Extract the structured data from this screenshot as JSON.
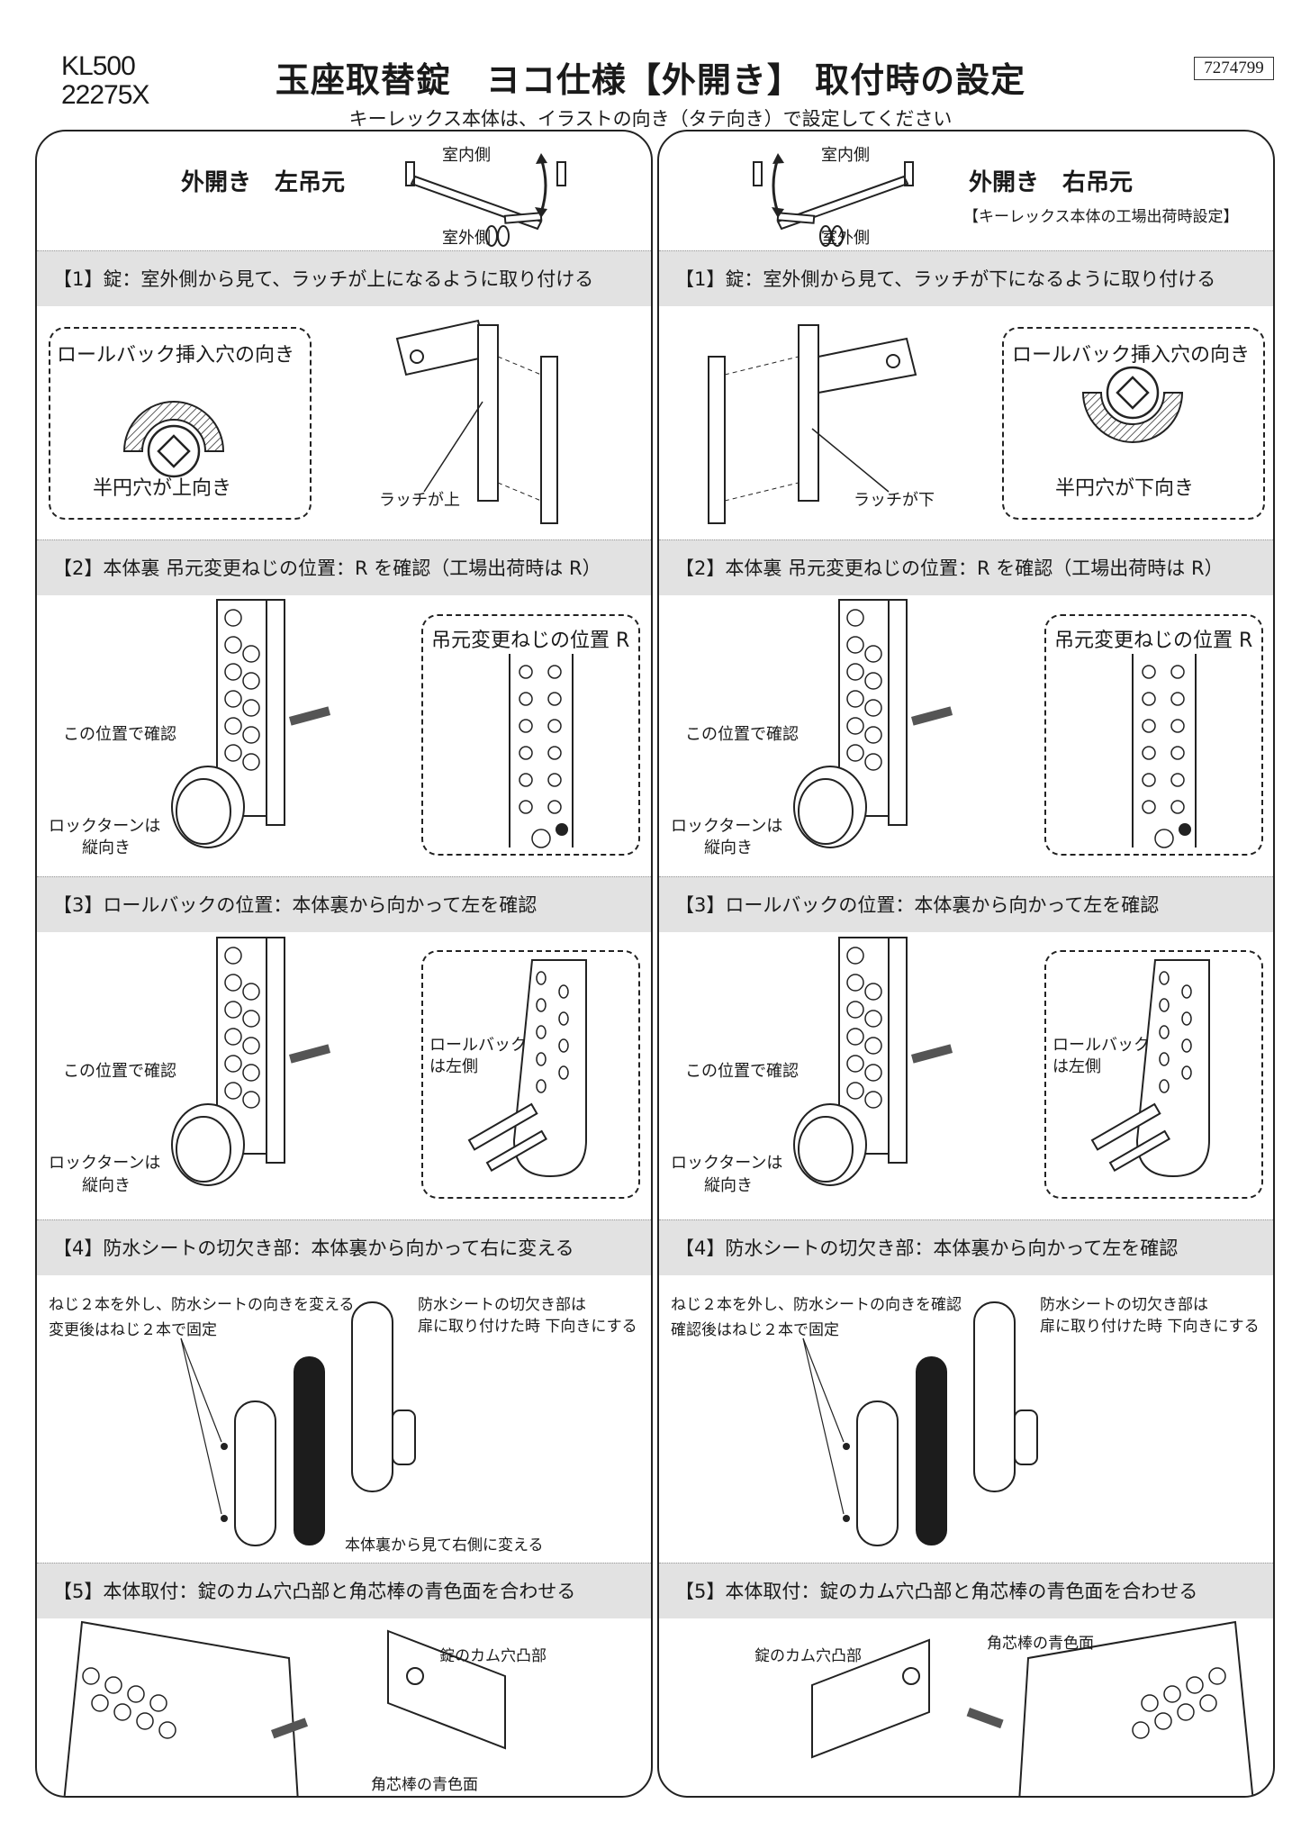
{
  "header": {
    "model_line1": "KL500",
    "model_line2": "22275X",
    "title": "玉座取替錠　ヨコ仕様【外開き】 取付時の設定",
    "doc_code": "7274799",
    "subtitle": "キーレックス本体は、イラストの向き（タテ向き）で設定してください"
  },
  "left": {
    "heading": "外開き　左吊元",
    "indoor": "室内側",
    "outdoor": "室外側",
    "s1": {
      "bar": "【1】錠：室外側から見て、ラッチが上になるように取り付ける",
      "box_title": "ロールバック挿入穴の向き",
      "box_caption": "半円穴が上向き",
      "latch": "ラッチが上"
    },
    "s2": {
      "bar": "【2】本体裏 吊元変更ねじの位置：R を確認（工場出荷時は R）",
      "box_title": "吊元変更ねじの位置 R",
      "check": "この位置で確認",
      "turn1": "ロックターンは",
      "turn2": "縦向き"
    },
    "s3": {
      "bar": "【3】ロールバックの位置：本体裏から向かって左を確認",
      "rb1": "ロールバック",
      "rb2": "は左側",
      "check": "この位置で確認",
      "turn1": "ロックターンは",
      "turn2": "縦向き"
    },
    "s4": {
      "bar": "【4】防水シートの切欠き部：本体裏から向かって右に変える",
      "note1": "ねじ２本を外し、防水シートの向きを変える",
      "note2": "変更後はねじ２本で固定",
      "note3": "防水シートの切欠き部は",
      "note4": "扉に取り付けた時 下向きにする",
      "note5": "本体裏から見て右側に変える"
    },
    "s5": {
      "bar": "【5】本体取付：錠のカム穴凸部と角芯棒の青色面を合わせる",
      "cam": "錠のカム穴凸部",
      "spindle": "角芯棒の青色面"
    }
  },
  "right": {
    "heading": "外開き　右吊元",
    "factory": "【キーレックス本体の工場出荷時設定】",
    "indoor": "室内側",
    "outdoor": "室外側",
    "s1": {
      "bar": "【1】錠：室外側から見て、ラッチが下になるように取り付ける",
      "box_title": "ロールバック挿入穴の向き",
      "box_caption": "半円穴が下向き",
      "latch": "ラッチが下"
    },
    "s2": {
      "bar": "【2】本体裏 吊元変更ねじの位置：R を確認（工場出荷時は R）",
      "box_title": "吊元変更ねじの位置 R",
      "check": "この位置で確認",
      "turn1": "ロックターンは",
      "turn2": "縦向き"
    },
    "s3": {
      "bar": "【3】ロールバックの位置：本体裏から向かって左を確認",
      "rb1": "ロールバック",
      "rb2": "は左側",
      "check": "この位置で確認",
      "turn1": "ロックターンは",
      "turn2": "縦向き"
    },
    "s4": {
      "bar": "【4】防水シートの切欠き部：本体裏から向かって左を確認",
      "note1": "ねじ２本を外し、防水シートの向きを確認",
      "note2": "確認後はねじ２本で固定",
      "note3": "防水シートの切欠き部は",
      "note4": "扉に取り付けた時 下向きにする"
    },
    "s5": {
      "bar": "【5】本体取付：錠のカム穴凸部と角芯棒の青色面を合わせる",
      "cam": "錠のカム穴凸部",
      "spindle": "角芯棒の青色面"
    }
  }
}
